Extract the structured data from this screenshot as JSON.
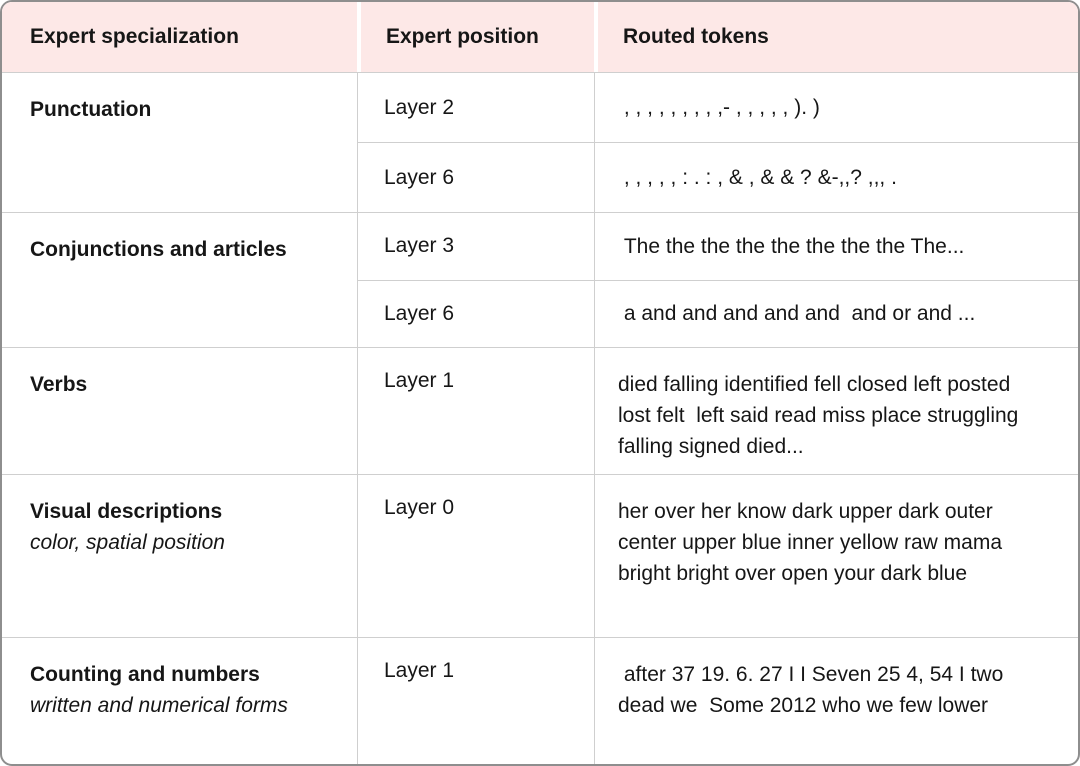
{
  "table": {
    "header": {
      "specialization": "Expert specialization",
      "position": "Expert position",
      "tokens": "Routed tokens"
    },
    "groups": [
      {
        "specialization": "Punctuation",
        "rows": [
          {
            "layer": "Layer 2",
            "tokens": " , , , , , , , , ,- , , , , , ). )"
          },
          {
            "layer": "Layer 6",
            "tokens": " , , , , , : . : , & , & & ? &-,,? ,,, ."
          }
        ]
      },
      {
        "specialization": "Conjunctions and articles",
        "rows": [
          {
            "layer": "Layer 3",
            "tokens": " The the the the the the the the The..."
          },
          {
            "layer": "Layer 6",
            "tokens": " a and and and and and  and or and ..."
          }
        ]
      },
      {
        "specialization": "Verbs",
        "rows": [
          {
            "layer": "Layer 1",
            "tokens": "died falling identified fell closed left posted lost felt  left said read miss place struggling falling signed died..."
          }
        ]
      },
      {
        "specialization": "Visual descriptions",
        "subtitle": "color, spatial position",
        "rows": [
          {
            "layer": "Layer 0",
            "tokens": "her over her know dark upper dark outer  center upper blue inner yellow raw mama  bright bright over open your dark blue"
          }
        ]
      },
      {
        "specialization": "Counting and numbers",
        "subtitle": "written and numerical forms",
        "rows": [
          {
            "layer": "Layer 1",
            "tokens": " after 37 19. 6. 27 I I Seven 25 4, 54 I two dead we  Some 2012 who we few lower"
          }
        ]
      }
    ],
    "colors": {
      "header_bg": "#fde8e7",
      "grid_line": "#cfcfcf",
      "outer_border": "#8e8e8e"
    }
  }
}
